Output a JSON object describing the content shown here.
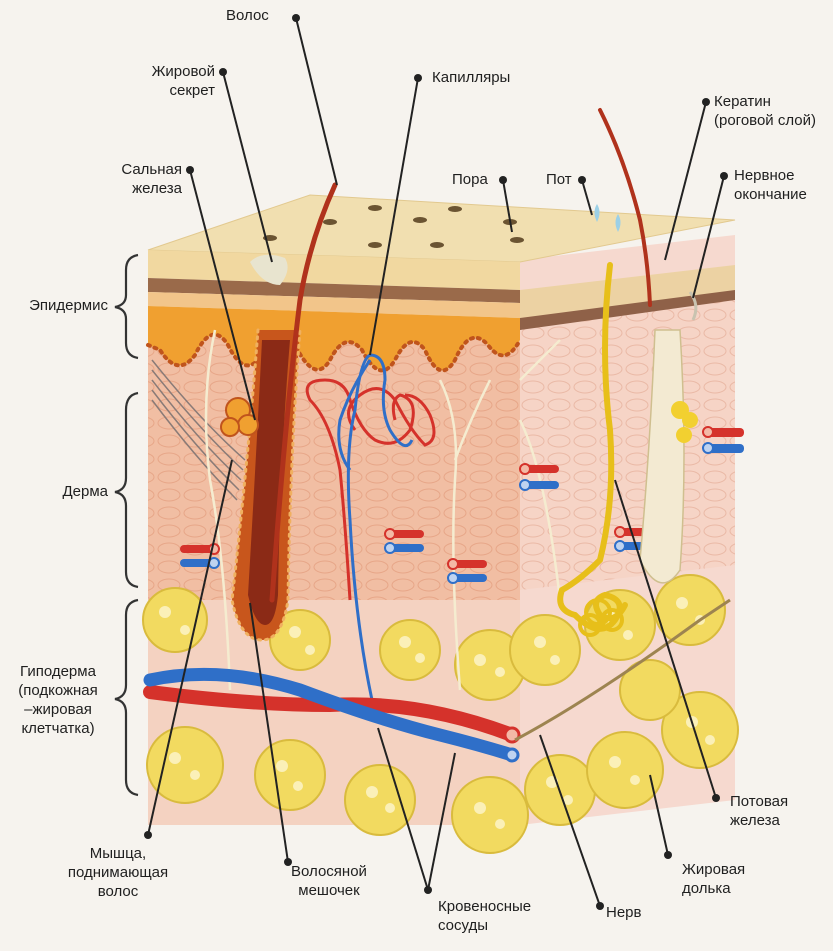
{
  "labels": {
    "hair": "Волос",
    "fat_secretion": [
      "Жировой",
      "секрет"
    ],
    "capillaries": "Капилляры",
    "keratin": [
      "Кератин",
      "(роговой слой)"
    ],
    "sebaceous_gland": [
      "Сальная",
      "железа"
    ],
    "pore": "Пора",
    "sweat": "Пот",
    "nerve_ending": [
      "Нервное",
      "окончание"
    ],
    "epidermis": "Эпидермис",
    "dermis": "Дерма",
    "hypodermis": [
      "Гиподерма",
      "(подкожная",
      "–жировая",
      "клетчатка)"
    ],
    "arrector_muscle": [
      "Мышца,",
      "поднимающая",
      "волос"
    ],
    "hair_follicle": [
      "Волосяной",
      "мешочек"
    ],
    "blood_vessels": [
      "Кровеносные",
      "сосуды"
    ],
    "nerve": "Нерв",
    "fat_lobule": [
      "Жировая",
      "долька"
    ],
    "sweat_gland": [
      "Потовая",
      "железа"
    ]
  },
  "colors": {
    "surface": "#f1dfb0",
    "epidermis_orange": "#f0a030",
    "epidermis_dark": "#9a6a4a",
    "dermis": "#f2c2a6",
    "hypodermis": "#f3cdb7",
    "fat": "#f2da60",
    "artery": "#d5322b",
    "vein": "#2f6fc8",
    "nerve": "#f2d030",
    "hair": "#b0321c"
  }
}
